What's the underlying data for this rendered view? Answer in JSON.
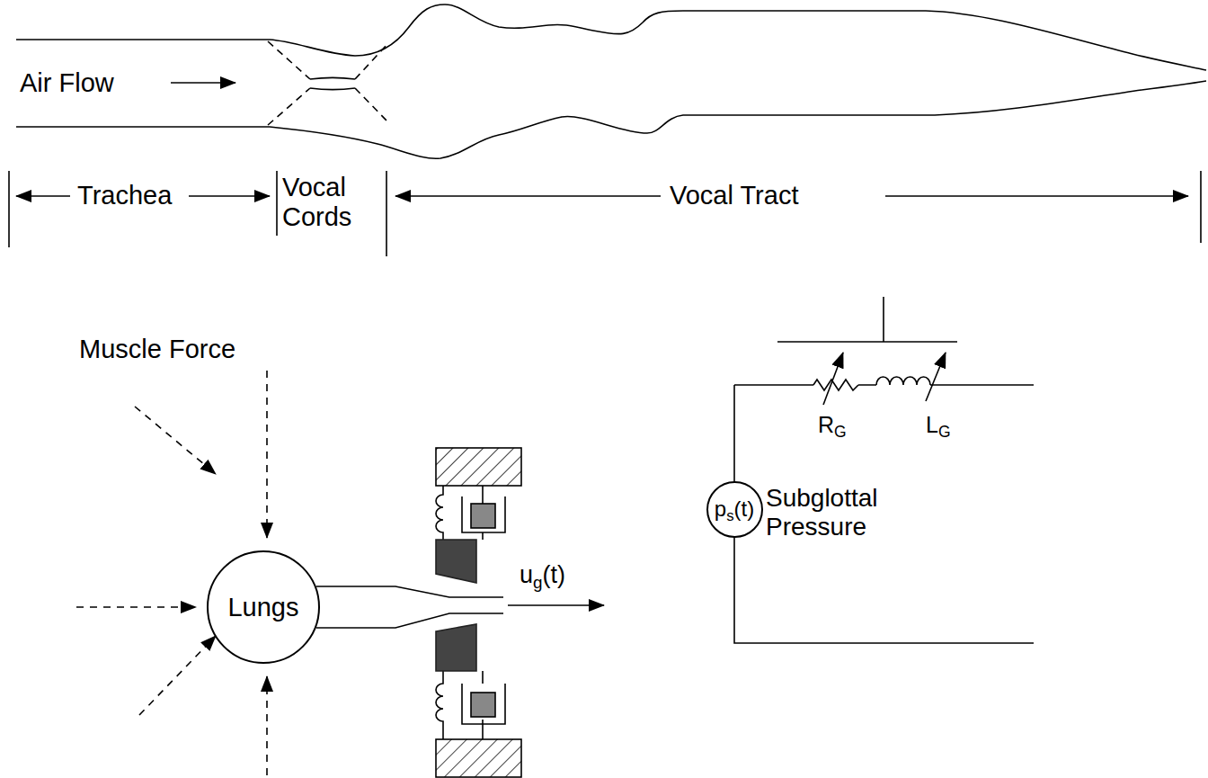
{
  "diagram": {
    "nodes": [
      {
        "text": [
          "Lungs"
        ]
      },
      {
        "text": [
          "ps(t)"
        ]
      }
    ],
    "labels": [
      "Air Flow",
      "Trachea",
      "Vocal Cords",
      "Vocal Tract",
      "Muscle Force",
      "ug(t)",
      "RG",
      "LG",
      "Subglottal Pressure"
    ]
  }
}
